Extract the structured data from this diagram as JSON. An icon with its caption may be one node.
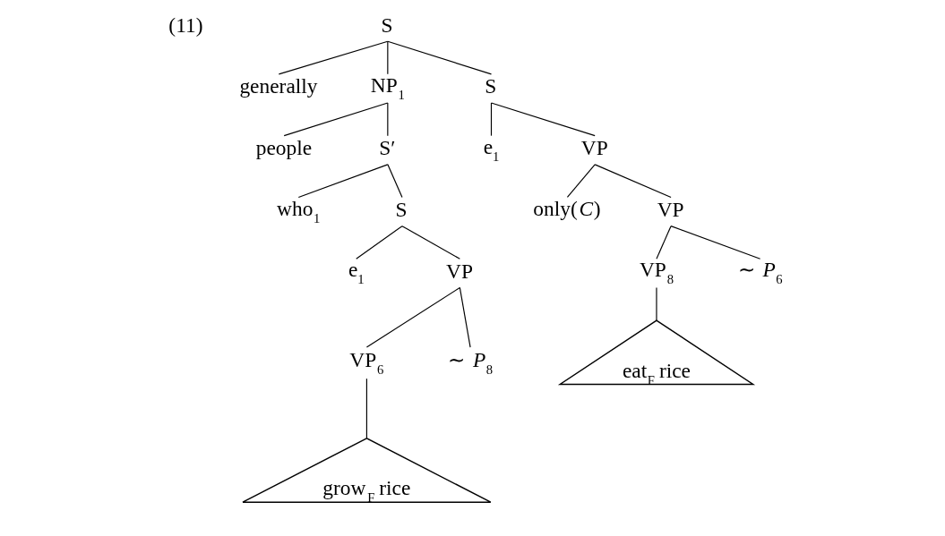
{
  "diagram": {
    "nodes": [
      {
        "text": [
          "S"
        ]
      },
      {
        "text": [
          "generally"
        ]
      },
      {
        "text": [
          "NP$_{1}$"
        ]
      },
      {
        "text": [
          "S"
        ]
      },
      {
        "text": [
          "people"
        ]
      },
      {
        "text": [
          "S′"
        ]
      },
      {
        "text": [
          "e$_{1}$"
        ]
      },
      {
        "text": [
          "VP"
        ]
      },
      {
        "text": [
          "who$_{1}$"
        ]
      },
      {
        "text": [
          "S"
        ]
      },
      {
        "text": [
          "only(*C*)"
        ]
      },
      {
        "text": [
          "VP"
        ]
      },
      {
        "text": [
          "e$_{1}$"
        ]
      },
      {
        "text": [
          "VP"
        ]
      },
      {
        "text": [
          "VP$_{8}$"
        ]
      },
      {
        "text": [
          "∼ *P*$_{6}$"
        ]
      },
      {
        "text": [
          "eat$_{F}$ rice"
        ]
      },
      {
        "text": [
          "VP$_{6}$"
        ]
      },
      {
        "text": [
          "∼ *P*$_{8}$"
        ]
      },
      {
        "text": [
          "grow$_{F}$ rice"
        ]
      }
    ],
    "edges": [
      {
        "from": 0,
        "to": 1,
        "arrow": "none"
      },
      {
        "from": 0,
        "to": 2,
        "arrow": "none"
      },
      {
        "from": 0,
        "to": 3,
        "arrow": "none"
      },
      {
        "from": 2,
        "to": 4,
        "arrow": "none"
      },
      {
        "from": 2,
        "to": 5,
        "arrow": "none"
      },
      {
        "from": 3,
        "to": 6,
        "arrow": "none"
      },
      {
        "from": 3,
        "to": 7,
        "arrow": "none"
      },
      {
        "from": 5,
        "to": 8,
        "arrow": "none"
      },
      {
        "from": 5,
        "to": 9,
        "arrow": "none"
      },
      {
        "from": 7,
        "to": 10,
        "arrow": "none"
      },
      {
        "from": 7,
        "to": 11,
        "arrow": "none"
      },
      {
        "from": 9,
        "to": 12,
        "arrow": "none"
      },
      {
        "from": 9,
        "to": 13,
        "arrow": "none"
      },
      {
        "from": 11,
        "to": 14,
        "arrow": "none"
      },
      {
        "from": 11,
        "to": 15,
        "arrow": "none"
      },
      {
        "from": 14,
        "to": 16,
        "arrow": "none"
      },
      {
        "from": 13,
        "to": 17,
        "arrow": "none"
      },
      {
        "from": 13,
        "to": 18,
        "arrow": "none"
      },
      {
        "from": 17,
        "to": 19,
        "arrow": "none"
      }
    ],
    "labels": [
      "(11)"
    ]
  }
}
